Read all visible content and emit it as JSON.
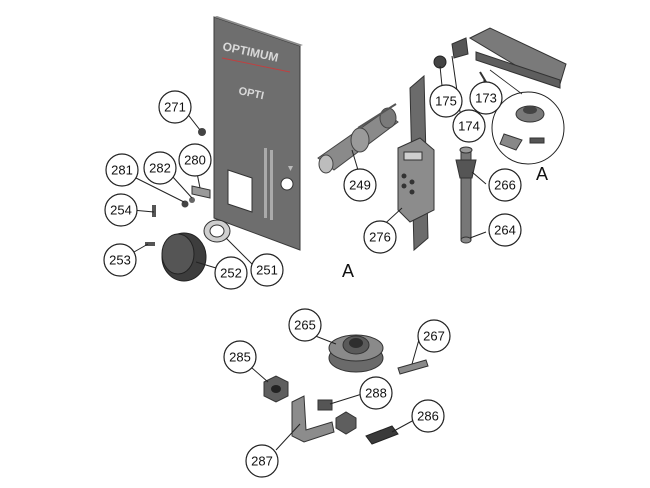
{
  "diagram": {
    "plate": {
      "brand": "OPTIMUM",
      "sub_brand": "OPTI"
    },
    "view_labels": [
      "A",
      "A"
    ],
    "callouts": [
      "271",
      "281",
      "282",
      "280",
      "254",
      "253",
      "252",
      "251",
      "249",
      "276",
      "175",
      "174",
      "173",
      "266",
      "264",
      "265",
      "267",
      "285",
      "288",
      "287",
      "286"
    ]
  }
}
